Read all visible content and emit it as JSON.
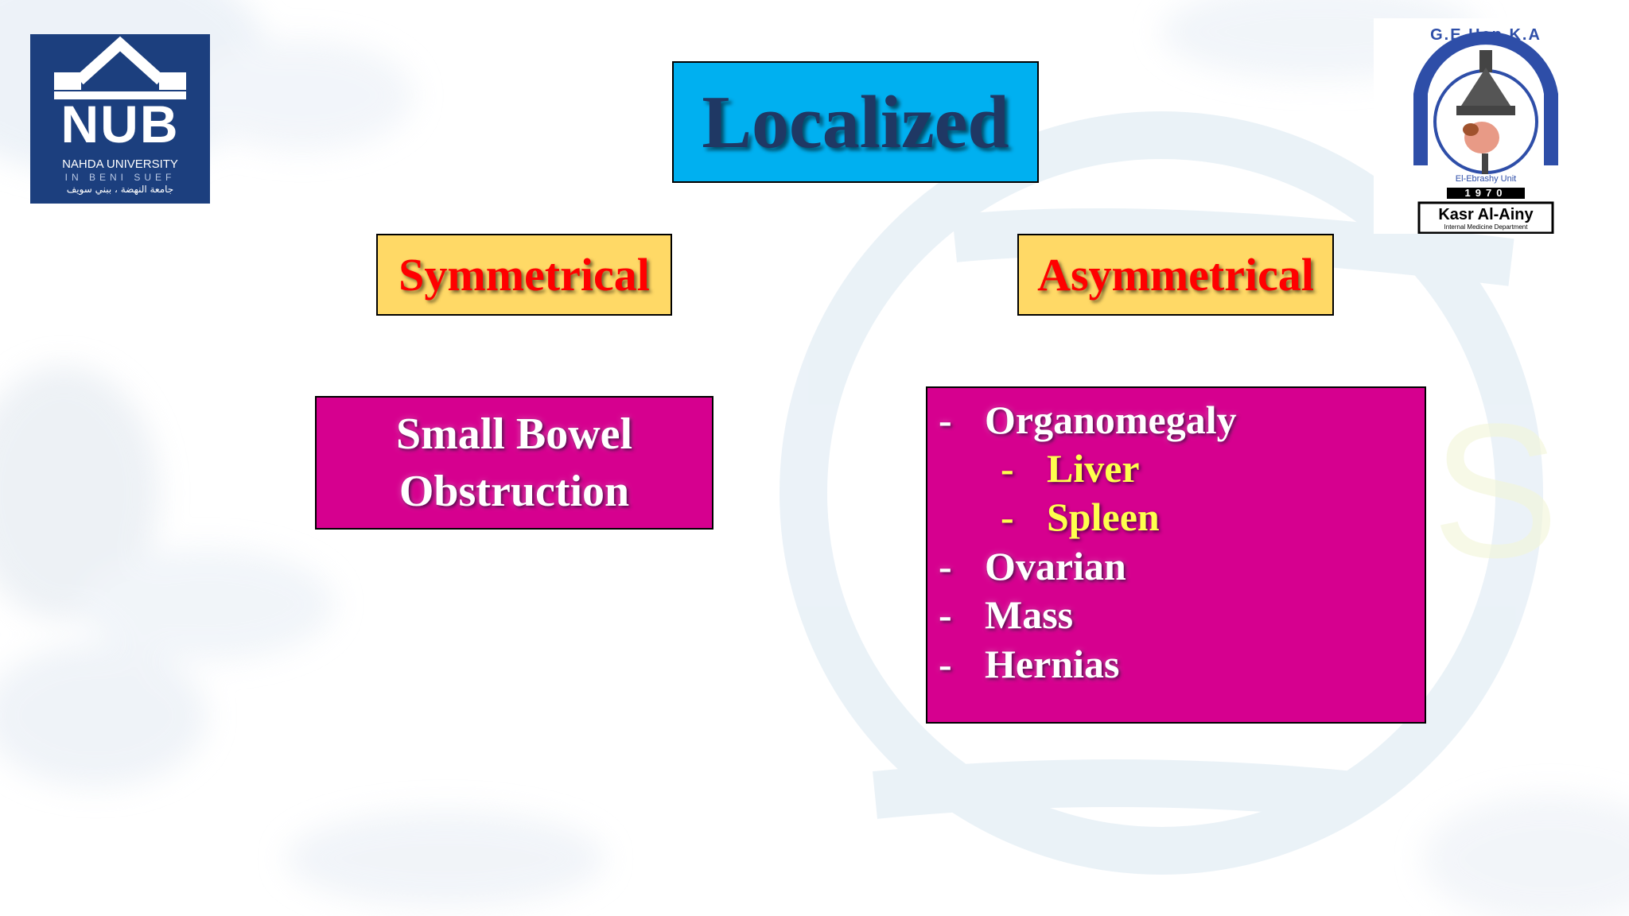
{
  "title": "Localized",
  "categories": {
    "symmetrical": "Symmetrical",
    "asymmetrical": "Asymmetrical"
  },
  "symmetrical_content": {
    "line1": "Small Bowel",
    "line2": "Obstruction"
  },
  "asymmetrical_list": [
    {
      "level": 1,
      "bullet": "-",
      "text": "Organomegaly",
      "color": "#ffffff"
    },
    {
      "level": 2,
      "bullet": "-",
      "text": "Liver",
      "color": "#ffff4d"
    },
    {
      "level": 2,
      "bullet": "-",
      "text": "Spleen",
      "color": "#ffff4d"
    },
    {
      "level": 1,
      "bullet": "-",
      "text": "Ovarian",
      "color": "#ffffff"
    },
    {
      "level": 1,
      "bullet": "-",
      "text": "Mass",
      "color": "#ffffff"
    },
    {
      "level": 1,
      "bullet": "-",
      "text": "Hernias",
      "color": "#ffffff"
    }
  ],
  "logos": {
    "nub": {
      "acronym": "NUB",
      "name": "NAHDA UNIVERSITY",
      "location": "IN BENI SUEF",
      "arabic": "جامعة النهضة ، ببني سويف"
    },
    "kasr": {
      "ring_text": "G.E.Hep.K.A",
      "unit": "El-Ebrashy Unit",
      "year": "1970",
      "name": "Kasr Al-Ainy",
      "subtitle": "Internal Medicine Department"
    }
  },
  "colors": {
    "title_bg": "#00b0f0",
    "title_text": "#1f3864",
    "category_bg": "#ffd966",
    "category_text": "#ff0000",
    "content_bg": "#d6008f",
    "list_primary": "#ffffff",
    "list_secondary": "#ffff4d"
  }
}
